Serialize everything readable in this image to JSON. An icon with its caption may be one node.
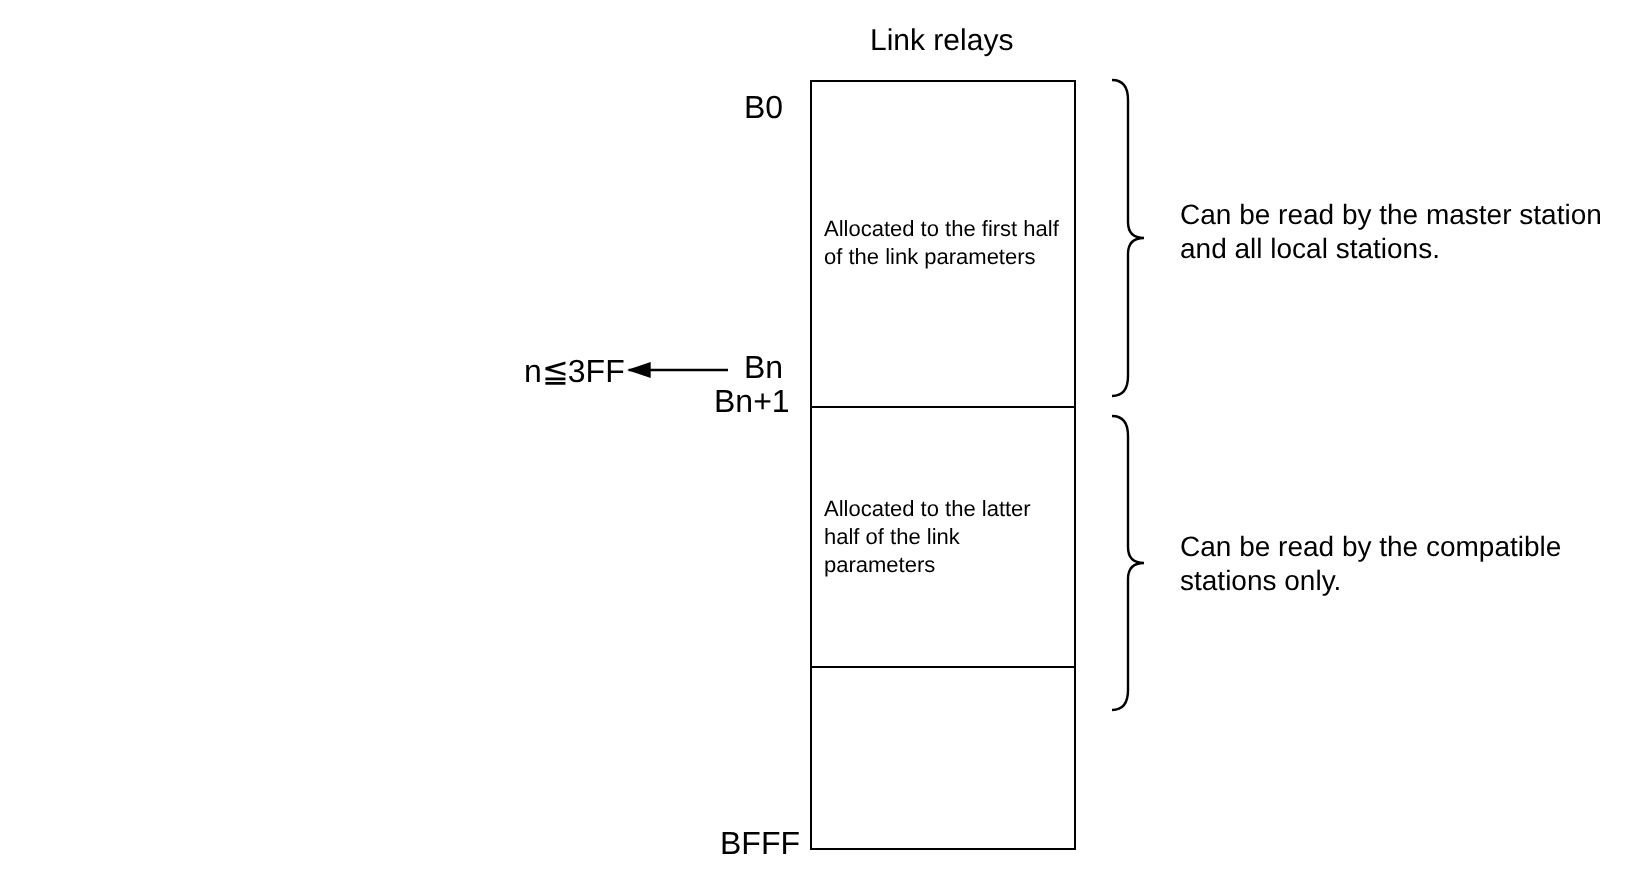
{
  "diagram": {
    "title": "Link relays",
    "nodes": [
      {
        "text": [
          "Allocated to the first half of the link parameters"
        ]
      },
      {
        "text": [
          "Allocated to the latter half of the link parameters"
        ]
      },
      {
        "text": [],
        "shape": "box"
      },
      {
        "text": [
          "Bn"
        ]
      },
      {
        "text": [
          "n≦3FF"
        ]
      }
    ],
    "edges": [
      {
        "from": 3,
        "to": 4,
        "arrow": "to"
      }
    ],
    "labels": [
      "B0",
      "Bn+1",
      "BFFF",
      "Can be read by the master station and all local stations.",
      "Can be read by the compatible stations only."
    ]
  }
}
